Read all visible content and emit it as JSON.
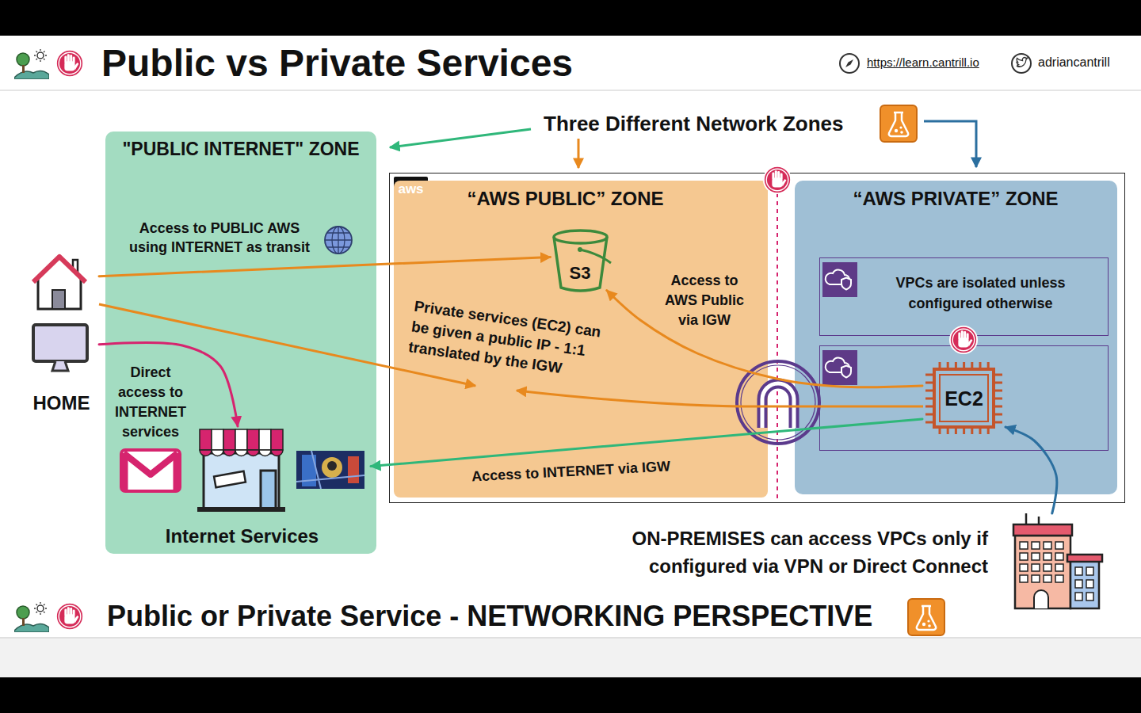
{
  "diagram": {
    "title": "Public vs Private Services",
    "caption": "Public or Private Service - NETWORKING PERSPECTIVE",
    "nodes": [
      {
        "text": [
          "\"PUBLIC INTERNET\" ZONE"
        ]
      },
      {
        "text": [
          "Internet Services"
        ],
        "in": 0
      },
      {
        "text": [
          "aws"
        ]
      },
      {
        "text": [
          "“AWS PUBLIC” ZONE"
        ],
        "in": 2
      },
      {
        "text": [
          "S3"
        ],
        "in": 3
      },
      {
        "text": [
          "“AWS PRIVATE” ZONE"
        ],
        "in": 2
      },
      {
        "text": [
          "VPCs are isolated unless configured otherwise"
        ],
        "in": 5
      },
      {
        "text": [],
        "in": 5
      },
      {
        "text": [
          "EC2"
        ],
        "in": 7
      },
      {
        "text": [
          "HOME"
        ]
      },
      {
        "text": [
          "ON-PREMISES can access VPCs only if configured via VPN or Direct Connect"
        ]
      }
    ],
    "edges": [
      {
        "from": 9,
        "to": 4,
        "arrow": "to",
        "label": "Access to PUBLIC AWS using INTERNET as transit"
      },
      {
        "from": 9,
        "to": 1,
        "arrow": "to",
        "label": "Direct access to INTERNET services"
      },
      {
        "from": 8,
        "to": 4,
        "arrow": "to",
        "label": "Access to AWS Public via IGW"
      },
      {
        "from": 8,
        "to": 1,
        "arrow": "to",
        "label": "Access to INTERNET via IGW"
      },
      {
        "from": 10,
        "to": 8,
        "arrow": "to"
      }
    ],
    "labels": [
      "https://learn.cantrill.io",
      "adriancantrill",
      "Three Different Network Zones",
      "Private services (EC2) can be given a public IP - 1:1 translated by the IGW"
    ]
  }
}
